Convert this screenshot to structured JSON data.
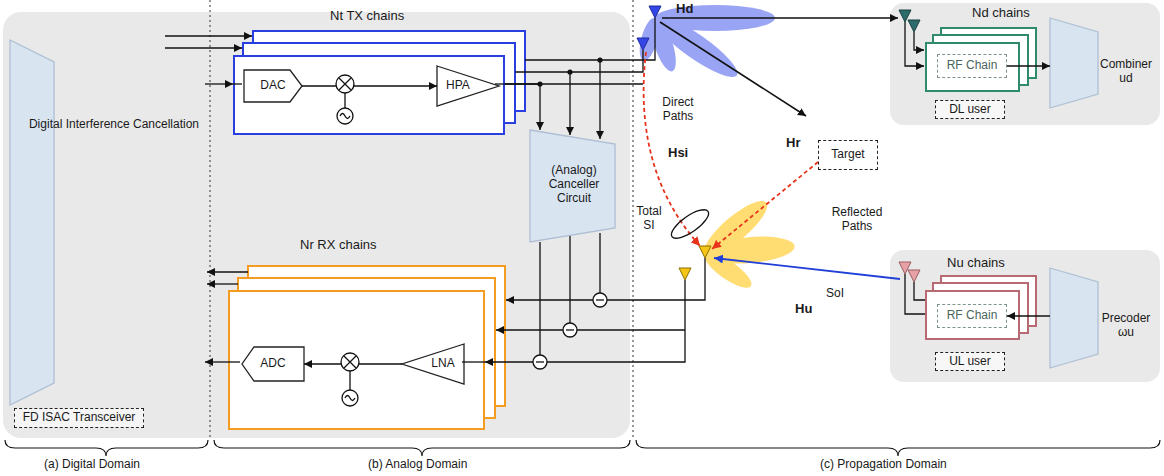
{
  "diagram": {
    "nodes": [
      {
        "text": [
          "Digital Interference Cancellation"
        ]
      },
      {
        "text": [
          "FD ISAC Transceiver"
        ]
      },
      {
        "text": [
          "Nt TX chains"
        ]
      },
      {
        "text": [
          "DAC"
        ],
        "in": 2
      },
      {
        "text": [
          "HPA"
        ],
        "in": 2
      },
      {
        "text": [
          "(Analog) Canceller Circuit"
        ]
      },
      {
        "text": [
          "Nr RX chains"
        ]
      },
      {
        "text": [
          "ADC"
        ],
        "in": 6
      },
      {
        "text": [
          "LNA"
        ],
        "in": 6
      },
      {
        "text": [
          "Target"
        ]
      },
      {
        "text": [
          "Nd chains"
        ]
      },
      {
        "text": [
          "RF Chain"
        ],
        "in": 10
      },
      {
        "text": [
          "Combiner ud"
        ]
      },
      {
        "text": [
          "DL user"
        ]
      },
      {
        "text": [
          "Nu chains"
        ]
      },
      {
        "text": [
          "RF Chain"
        ],
        "in": 14
      },
      {
        "text": [
          "Precoder ωu"
        ]
      },
      {
        "text": [
          "UL user"
        ]
      }
    ],
    "edges": [
      {
        "from": 0,
        "to": 2,
        "arrow": "to"
      },
      {
        "from": 3,
        "to": 4,
        "arrow": "to"
      },
      {
        "from": 2,
        "to": 5,
        "arrow": "to"
      },
      {
        "from": 5,
        "to": 6,
        "arrow": "to"
      },
      {
        "from": 8,
        "to": 7,
        "arrow": "to"
      },
      {
        "from": 6,
        "to": 0,
        "arrow": "to"
      },
      {
        "from": 11,
        "to": 12,
        "arrow": "to"
      },
      {
        "from": 16,
        "to": 15,
        "arrow": "to"
      }
    ],
    "labels": [
      "Hd",
      "Direct Paths",
      "Hsi",
      "Hr",
      "Total SI",
      "Reflected Paths",
      "SoI",
      "Hu",
      "(a) Digital Domain",
      "(b) Analog Domain",
      "(c) Propagation Domain"
    ]
  }
}
